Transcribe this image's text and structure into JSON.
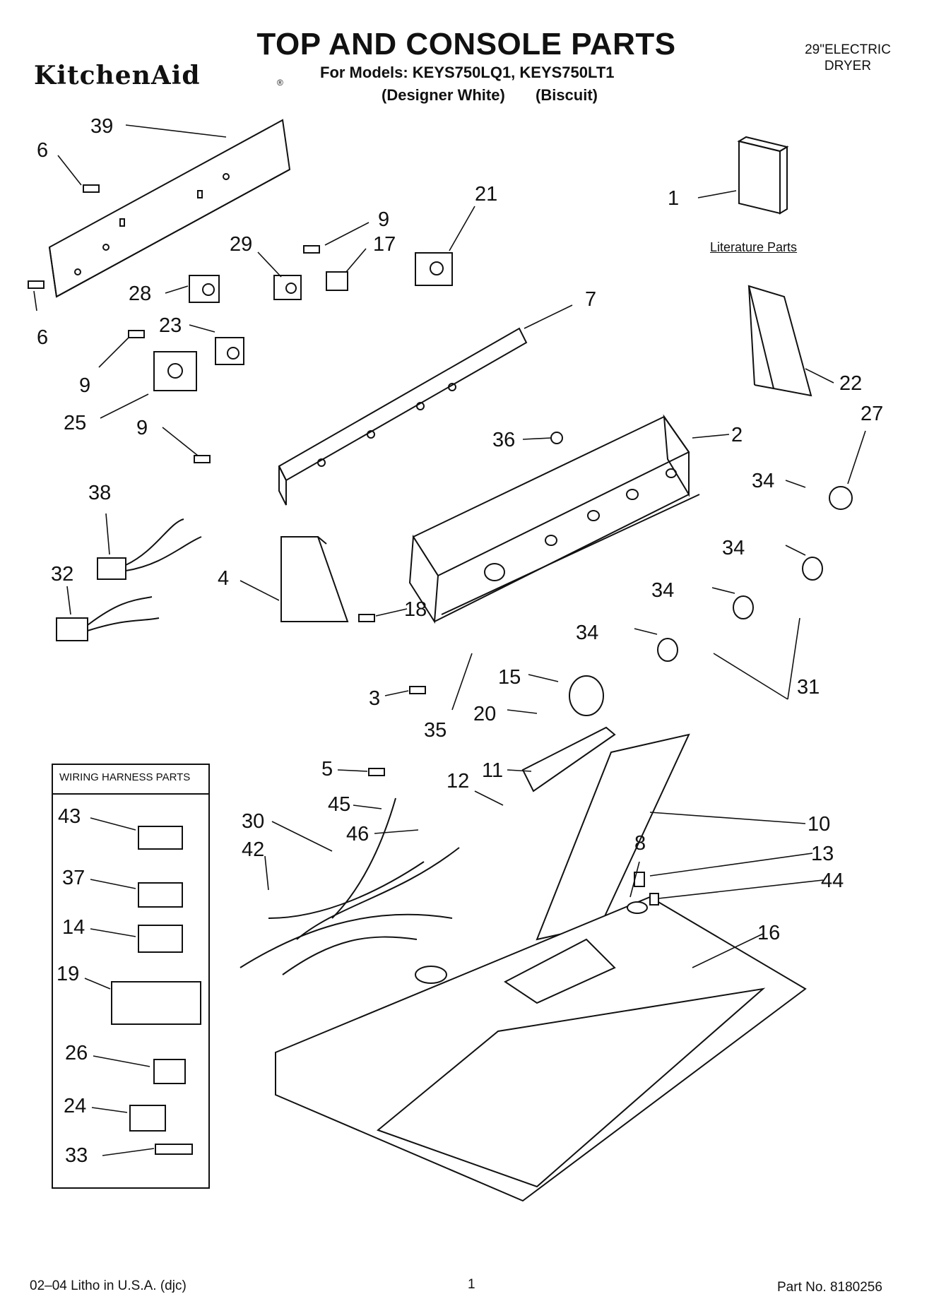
{
  "header": {
    "title": "TOP AND CONSOLE PARTS",
    "brand": "KitchenAid",
    "brand_mark": "®",
    "models_line": "For Models: KEYS750LQ1, KEYS750LT1",
    "color_1": "(Designer White)",
    "color_2": "(Biscuit)",
    "product_line1": "29\"ELECTRIC",
    "product_line2": "DRYER"
  },
  "labels": {
    "literature": "Literature Parts",
    "wiring_harness": "WIRING HARNESS PARTS"
  },
  "footer": {
    "left": "02–04 Litho in U.S.A. (djc)",
    "page": "1",
    "part_no": "Part No. 8180256"
  },
  "callouts": {
    "c39": "39",
    "c6a": "6",
    "c6b": "6",
    "c21": "21",
    "c1": "1",
    "c9a": "9",
    "c17": "17",
    "c29": "29",
    "c28": "28",
    "c7": "7",
    "c23": "23",
    "c9b": "9",
    "c25": "25",
    "c22": "22",
    "c27": "27",
    "c9c": "9",
    "c36": "36",
    "c2": "2",
    "c34a": "34",
    "c38": "38",
    "c34b": "34",
    "c32": "32",
    "c4": "4",
    "c34c": "34",
    "c18": "18",
    "c34d": "34",
    "c31": "31",
    "c15": "15",
    "c3": "3",
    "c20": "20",
    "c35": "35",
    "c5": "5",
    "c11": "11",
    "c12": "12",
    "c45": "45",
    "c10": "10",
    "c43": "43",
    "c30": "30",
    "c46": "46",
    "c8": "8",
    "c13": "13",
    "c42": "42",
    "c44": "44",
    "c37": "37",
    "c14": "14",
    "c16": "16",
    "c19": "19",
    "c26": "26",
    "c24": "24",
    "c33": "33"
  }
}
